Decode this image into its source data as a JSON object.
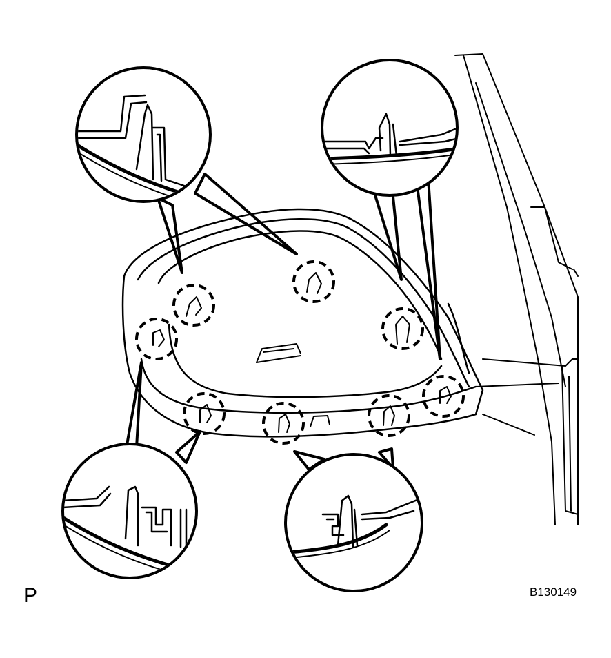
{
  "view_label": "P",
  "figure_id": "B130149",
  "callouts": {
    "clip_count": 8,
    "detail_views": [
      "top-left",
      "top-right",
      "bottom-left",
      "bottom-center"
    ]
  },
  "colors": {
    "line": "#000000",
    "background": "#ffffff"
  }
}
